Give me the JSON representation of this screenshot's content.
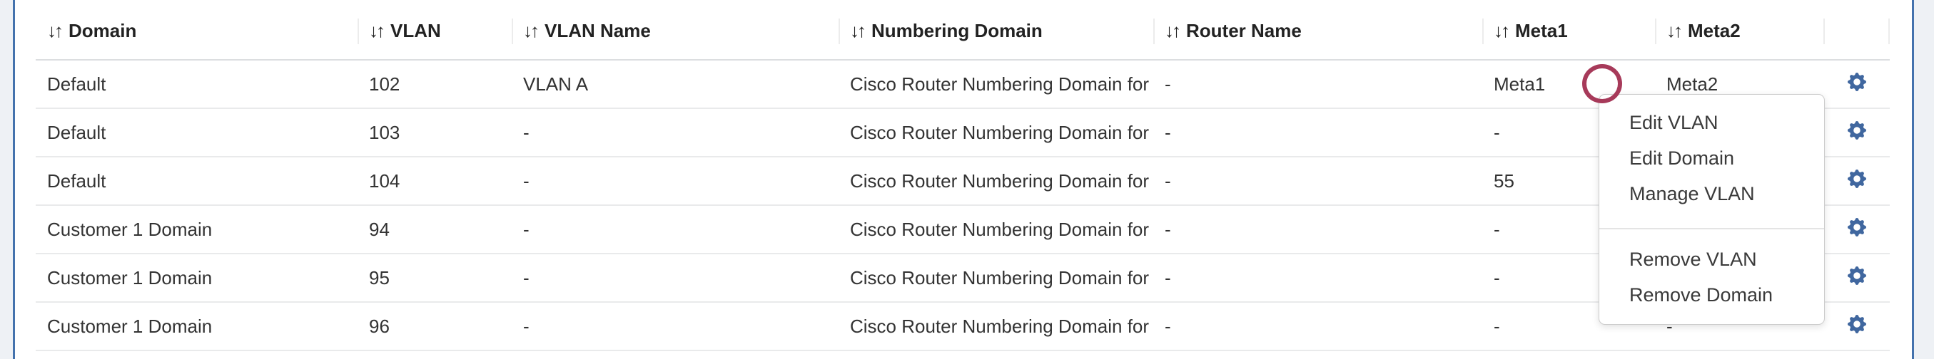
{
  "colors": {
    "frame_blue": "#4472ad",
    "gutter_gray": "#eef1f5",
    "gear_blue": "#40679f",
    "annotation_red": "#a73a5a"
  },
  "table": {
    "sort_icon": "↓↑",
    "columns": [
      "Domain",
      "VLAN",
      "VLAN Name",
      "Numbering Domain",
      "Router Name",
      "Meta1",
      "Meta2",
      ""
    ],
    "rows": [
      {
        "domain": "Default",
        "vlan": "102",
        "vlan_name": "VLAN A",
        "numbering_domain": "Cisco Router Numbering Domain for ...",
        "router_name": "-",
        "meta1": "Meta1",
        "meta2": "Meta2"
      },
      {
        "domain": "Default",
        "vlan": "103",
        "vlan_name": "-",
        "numbering_domain": "Cisco Router Numbering Domain for ...",
        "router_name": "-",
        "meta1": "-",
        "meta2": "-"
      },
      {
        "domain": "Default",
        "vlan": "104",
        "vlan_name": "-",
        "numbering_domain": "Cisco Router Numbering Domain for ...",
        "router_name": "-",
        "meta1": "55",
        "meta2": "-"
      },
      {
        "domain": "Customer 1 Domain",
        "vlan": "94",
        "vlan_name": "-",
        "numbering_domain": "Cisco Router Numbering Domain for ...",
        "router_name": "-",
        "meta1": "-",
        "meta2": "-"
      },
      {
        "domain": "Customer 1 Domain",
        "vlan": "95",
        "vlan_name": "-",
        "numbering_domain": "Cisco Router Numbering Domain for ...",
        "router_name": "-",
        "meta1": "-",
        "meta2": "-"
      },
      {
        "domain": "Customer 1 Domain",
        "vlan": "96",
        "vlan_name": "-",
        "numbering_domain": "Cisco Router Numbering Domain for ...",
        "router_name": "-",
        "meta1": "-",
        "meta2": "-"
      }
    ]
  },
  "context_menu": {
    "groups": [
      {
        "items": [
          "Edit VLAN",
          "Edit Domain",
          "Manage VLAN"
        ]
      },
      {
        "items": [
          "Remove VLAN",
          "Remove Domain"
        ]
      }
    ]
  },
  "annotation": {
    "shape": "circle"
  }
}
